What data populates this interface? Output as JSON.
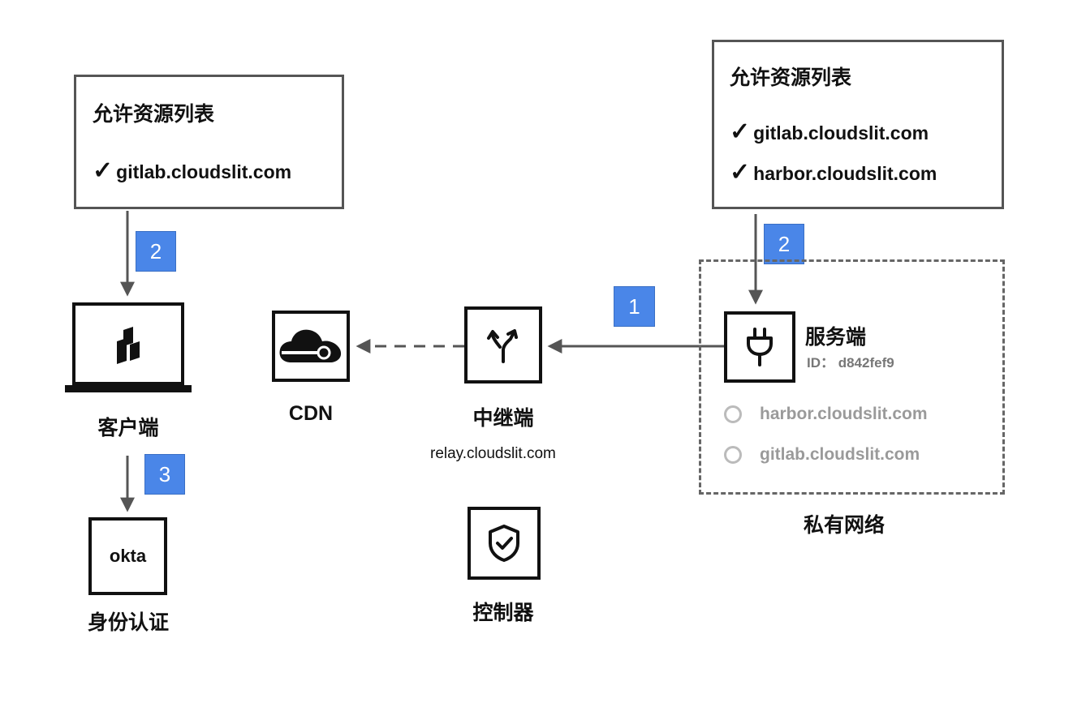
{
  "left_allowlist": {
    "title": "允许资源列表",
    "items": [
      "gitlab.cloudslit.com"
    ]
  },
  "right_allowlist": {
    "title": "允许资源列表",
    "items": [
      "gitlab.cloudslit.com",
      "harbor.cloudslit.com"
    ]
  },
  "check_glyph": "✓",
  "badges": {
    "left_2": "2",
    "left_3": "3",
    "step_1": "1",
    "right_2": "2"
  },
  "nodes": {
    "client": {
      "label": "客户端",
      "icon": "client-logo-icon"
    },
    "auth": {
      "label": "身份认证",
      "logo_text": "okta"
    },
    "cdn": {
      "label": "CDN",
      "icon": "cloud-icon"
    },
    "relay": {
      "label": "中继端",
      "sublabel": "relay.cloudslit.com",
      "icon": "split-arrows-icon"
    },
    "controller": {
      "label": "控制器",
      "icon": "shield-check-icon"
    },
    "server": {
      "label": "服务端",
      "id_text": "ID： d842fef9",
      "icon": "plug-icon"
    }
  },
  "private_network": {
    "label": "私有网络",
    "resources": [
      "harbor.cloudslit.com",
      "gitlab.cloudslit.com"
    ]
  },
  "colors": {
    "badge": "#4a86e8",
    "arrow": "#555555",
    "muted_text": "#9a9a9a"
  }
}
